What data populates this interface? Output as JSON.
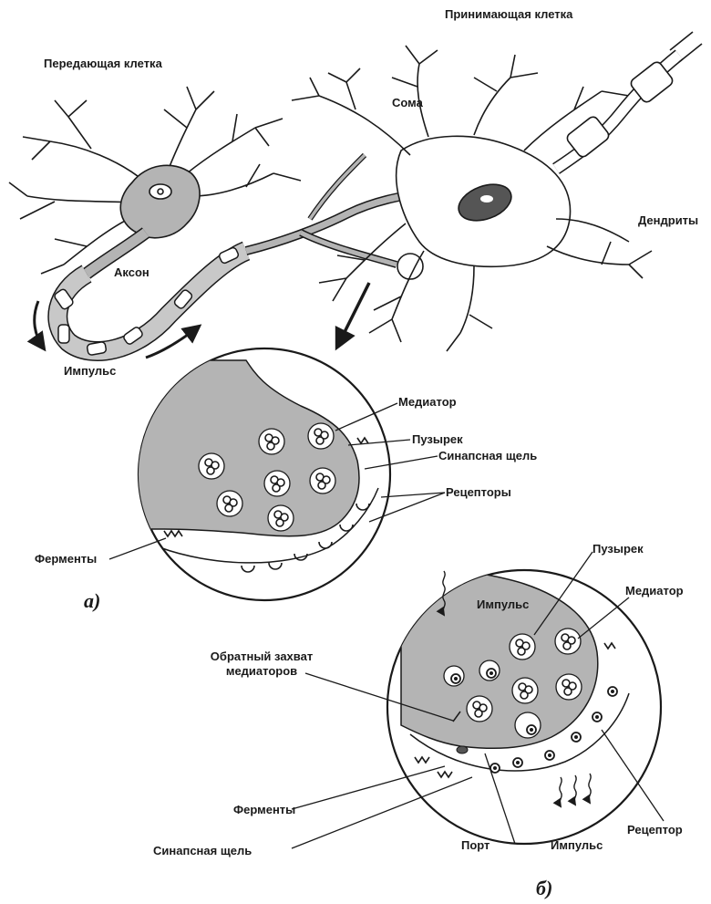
{
  "top": {
    "sending_cell": "Передающая клетка",
    "receiving_cell": "Принимающая клетка",
    "soma": "Сома",
    "dendrites": "Дендриты",
    "axon": "Аксон",
    "impulse": "Импульс"
  },
  "panel_a": {
    "label": "а)",
    "mediator": "Медиатор",
    "vesicle": "Пузырек",
    "synaptic_cleft": "Синапсная щель",
    "receptors": "Рецепторы",
    "enzymes": "Ферменты"
  },
  "panel_b": {
    "label": "б)",
    "vesicle": "Пузырек",
    "mediator": "Медиатор",
    "impulse_in": "Импульс",
    "reuptake": "Обратный захват медиаторов",
    "enzymes": "Ферменты",
    "synaptic_cleft": "Синапсная щель",
    "port": "Порт",
    "impulse_out": "Импульс",
    "receptor": "Рецептор"
  },
  "colors": {
    "ink": "#1a1a1a",
    "shade": "#b4b4b4",
    "nucleus": "#555555",
    "paper": "#ffffff"
  }
}
